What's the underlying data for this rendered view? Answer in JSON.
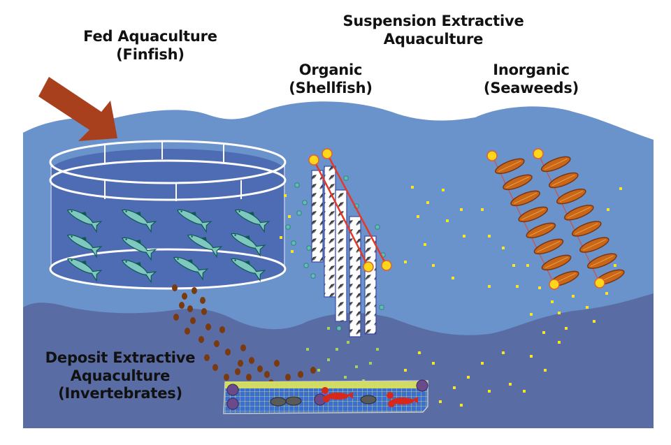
{
  "title": "Integrated Multi-Trophic Aquaculture diagram",
  "labels": {
    "fed": {
      "line1": "Fed Aquaculture",
      "line2": "(Finfish)"
    },
    "suspension": {
      "line1": "Suspension Extractive",
      "line2": "Aquaculture"
    },
    "organic": {
      "line1": "Organic",
      "line2": "(Shellfish)"
    },
    "inorganic": {
      "line1": "Inorganic",
      "line2": "(Seaweeds)"
    },
    "deposit": {
      "line1": "Deposit Extractive",
      "line2": "Aquaculture",
      "line3": "(Invertebrates)"
    }
  },
  "components": {
    "feed_arrow": "feed-input-arrow",
    "fish_cage": {
      "name": "finfish-net-pen",
      "fish_count": 12
    },
    "shellfish_lines": {
      "name": "shellfish-longlines",
      "columns": 5
    },
    "seaweed_lines": {
      "name": "seaweed-longlines",
      "lines": 2,
      "blades_per_line": 8
    },
    "bottom_tray": {
      "name": "invertebrate-bottom-cage",
      "lobsters": 2
    }
  },
  "colors": {
    "surface_water": "#6b93cb",
    "deep_water": "#5a6ca4",
    "cage_water": "#4d6cb4",
    "arrow": "#a8401e",
    "fish": "#7fc8c0",
    "fish_dark": "#0e5a52",
    "buoy": "#ffd71a",
    "buoy_ring": "#e06030",
    "line": "#e23a2a",
    "seaweed": "#c8661a",
    "seaweed_dark": "#7a3410",
    "particle_organic": "#7a3a10",
    "particle_inorganic": "#f5e628",
    "particle_shellfish": "#5fc0b0",
    "tray_top": "#d8e060",
    "tray_mesh": "#3a6ed0",
    "lobster": "#d8281c"
  }
}
